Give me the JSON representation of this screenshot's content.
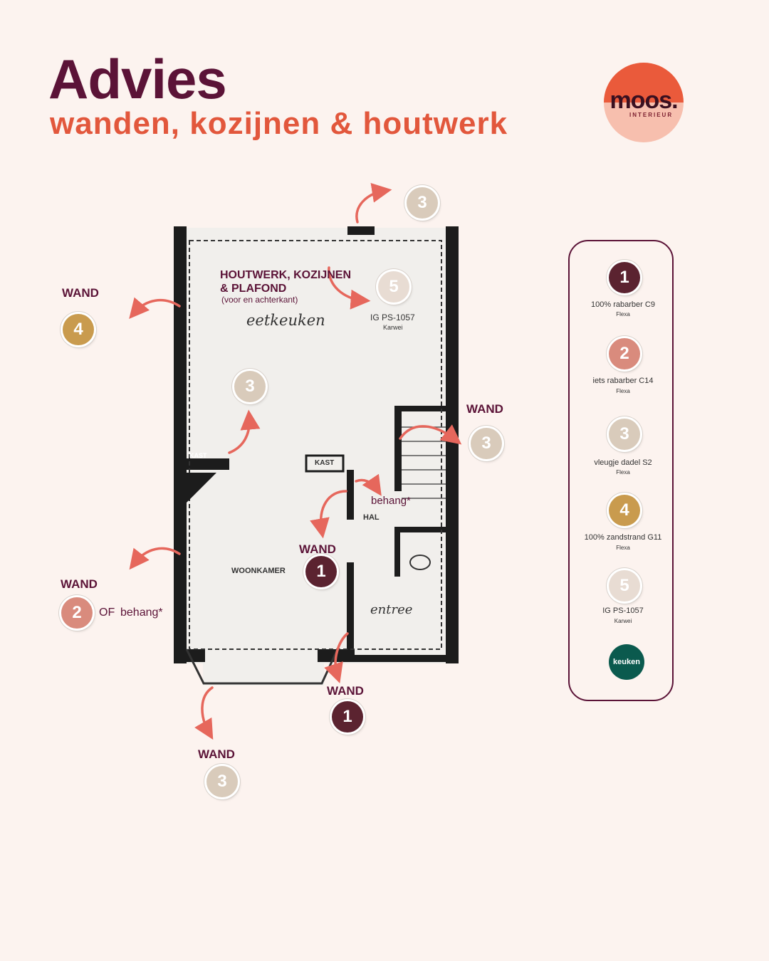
{
  "header": {
    "title": "Advies",
    "subtitle": "wanden, kozijnen & houtwerk"
  },
  "logo": {
    "word": "moos.",
    "sub": "INTERIEUR",
    "colors": {
      "top": "#ea5a3b",
      "bottom": "#f7bfae"
    }
  },
  "colors": {
    "c1": "#5b2330",
    "c2": "#d98b7d",
    "c3": "#d9cbbb",
    "c4": "#c99b4e",
    "c5": "#e8dcd3",
    "arrow": "#e6675c",
    "accent": "#5b1337",
    "keuken": "#0b5a4e"
  },
  "plan": {
    "rooms": {
      "eetkeuken": "eetkeuken",
      "woonkamer": "WOONKAMER",
      "hal": "HAL",
      "entree": "entree",
      "kast1": "KAST",
      "kast2": "KAST"
    },
    "houtwerk_title_1": "HOUTWERK, KOZIJNEN",
    "houtwerk_title_2": "& PLAFOND",
    "houtwerk_note": "(voor en achterkant)",
    "houtwerk_product": "IG PS-1057",
    "houtwerk_brand": "Karwei",
    "behang_label": "behang*"
  },
  "labels": {
    "wand": "WAND",
    "of": "OF",
    "behang": "behang*"
  },
  "badges": {
    "top": "3",
    "houtwerk": "5",
    "left_upper": "4",
    "eetkeuken": "3",
    "right": "3",
    "hal": "1",
    "left_lower": "2",
    "entrance": "1",
    "bottom": "3"
  },
  "legend": {
    "items": [
      {
        "number": "1",
        "name": "100% rabarber C9",
        "brand": "Flexa"
      },
      {
        "number": "2",
        "name": "iets rabarber C14",
        "brand": "Flexa"
      },
      {
        "number": "3",
        "name": "vleugje dadel S2",
        "brand": "Flexa"
      },
      {
        "number": "4",
        "name": "100% zandstrand G11",
        "brand": "Flexa"
      },
      {
        "number": "5",
        "name": "IG PS-1057",
        "brand": "Karwei"
      }
    ],
    "keuken": "keuken"
  }
}
